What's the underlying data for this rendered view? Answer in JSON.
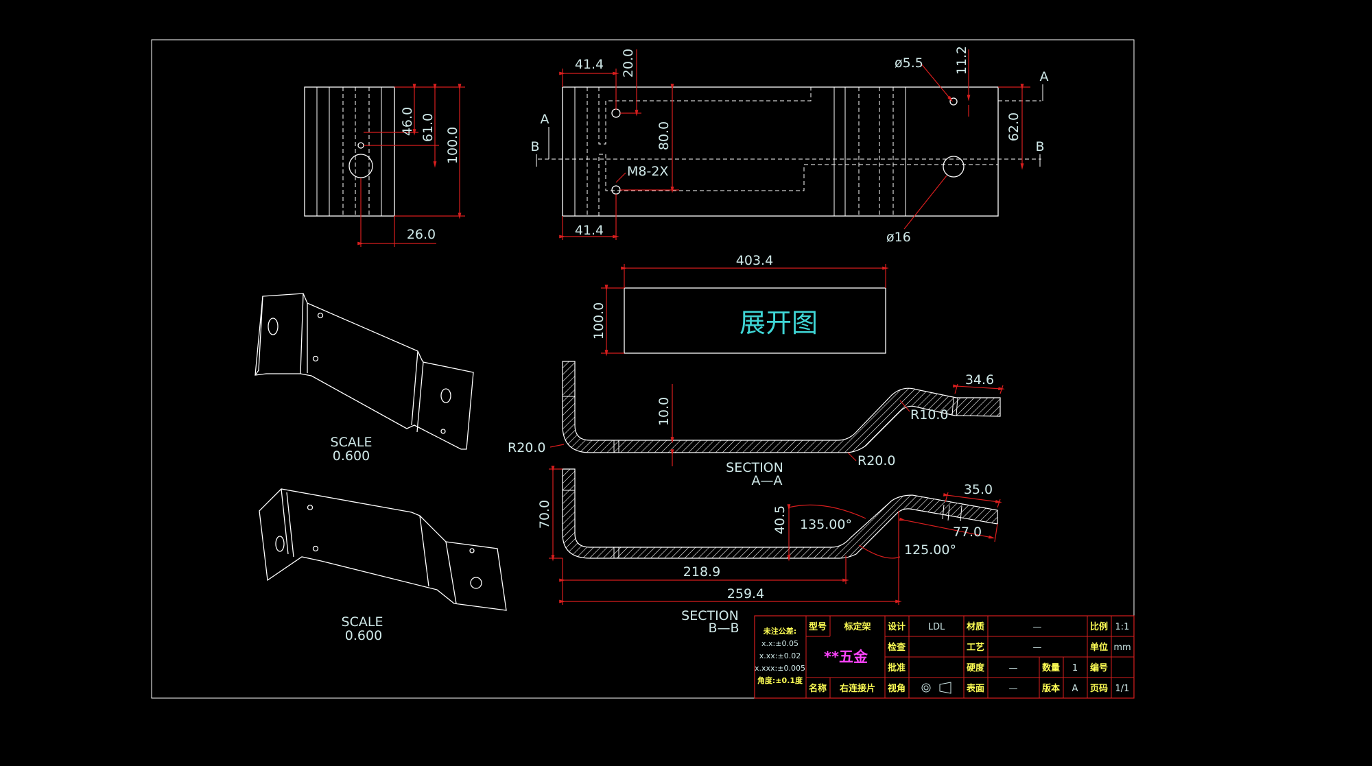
{
  "dimensions": {
    "front_top_41_4": "41.4",
    "front_20_0": "20.0",
    "front_bottom_41_4": "41.4",
    "front_80_0": "80.0",
    "front_62_0": "62.0",
    "front_11_2": "11.2",
    "hole_d5_5": "ø5.5",
    "hole_d16": "ø16",
    "thread": "M8-2X",
    "side_46_0": "46.0",
    "side_61_0": "61.0",
    "side_100_0": "100.0",
    "side_26_0": "26.0",
    "flat_403_4": "403.4",
    "flat_100_0": "100.0",
    "secA_10_0": "10.0",
    "secA_34_6": "34.6",
    "secA_R10": "R10.0",
    "secA_R20_left": "R20.0",
    "secA_R20_right": "R20.0",
    "secB_70_0": "70.0",
    "secB_40_5": "40.5",
    "secB_135": "135.00°",
    "secB_125": "125.00°",
    "secB_35_0": "35.0",
    "secB_77_0": "77.0",
    "secB_218_9": "218.9",
    "secB_259_4": "259.4"
  },
  "section_markers": {
    "a_left": "A",
    "b_left": "B",
    "a_right": "A",
    "b_right": "B"
  },
  "labels": {
    "flat_pattern_title": "展开图",
    "scale_1_line1": "SCALE",
    "scale_1_line2": "0.600",
    "scale_2_line1": "SCALE",
    "scale_2_line2": "0.600",
    "section_a_line1": "SECTION",
    "section_a_line2": "A—A",
    "section_b_line1": "SECTION",
    "section_b_line2": "B—B"
  },
  "title_block": {
    "tolerance_title": "未注公差:",
    "tol_1": "x.x:±0.05",
    "tol_2": "x.xx:±0.02",
    "tol_3": "x.xxx:±0.005",
    "tol_4": "角度:±0.1度",
    "model_label": "型号",
    "model_value": "标定架",
    "design_label": "设计",
    "design_value": "LDL",
    "material_label": "材质",
    "material_value": "—",
    "scale_label": "比例",
    "scale_value": "1:1",
    "company": "**五金",
    "check_label": "检查",
    "process_label": "工艺",
    "process_value": "—",
    "unit_label": "单位",
    "unit_value": "mm",
    "approve_label": "批准",
    "hardness_label": "硬度",
    "hardness_value": "—",
    "qty_label": "数量",
    "qty_value": "1",
    "number_label": "编号",
    "name_label": "名称",
    "name_value": "右连接片",
    "view_label": "视角",
    "surface_label": "表面",
    "surface_value": "—",
    "version_label": "版本",
    "version_value": "A",
    "page_label": "页码",
    "page_value": "1/1"
  },
  "colors": {
    "background": "#000000",
    "geometry": "#ffffff",
    "dimension_lines": "#d81e1e",
    "dimension_text": "#cfe8e8",
    "title_labels": "#ffff55",
    "company": "#ff44ff",
    "flat_title": "#3fd6d6"
  }
}
